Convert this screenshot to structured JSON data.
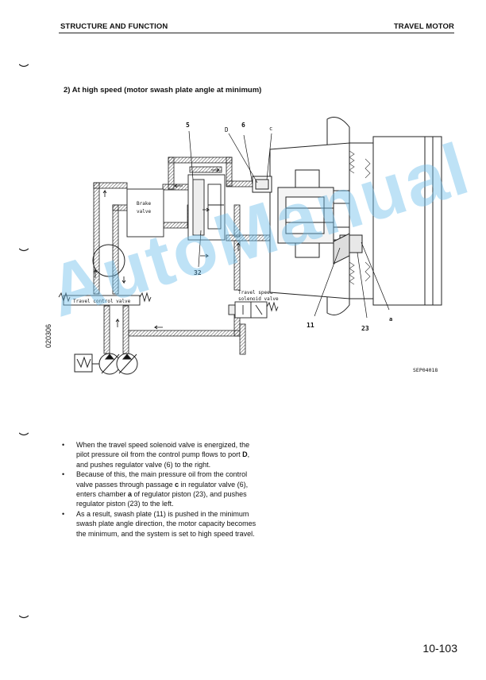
{
  "header": {
    "section": "STRUCTURE AND FUNCTION",
    "chapter": "TRAVEL MOTOR"
  },
  "section_title": "2)  At high speed (motor swash plate angle at minimum)",
  "side_code": "020306",
  "diagram": {
    "labels": {
      "brake_valve_line1": "Brake",
      "brake_valve_line2": "valve",
      "travel_control_valve": "Travel control valve",
      "solenoid_line1": "Travel speed",
      "solenoid_line2": "solenoid valve",
      "callout_5": "5",
      "callout_6": "6",
      "callout_D": "D",
      "callout_c": "c",
      "callout_32": "32",
      "callout_11": "11",
      "callout_23": "23",
      "callout_a": "a"
    },
    "figure_code": "SEP04018"
  },
  "notes": [
    {
      "bullet": "•",
      "parts": [
        "When the travel speed solenoid valve is energized, the pilot pressure oil from the control pump flows to port ",
        "D",
        ", and pushes regulator valve (6) to the right."
      ]
    },
    {
      "bullet": "•",
      "parts": [
        "Because of this, the main pressure oil from the control valve passes through passage ",
        "c",
        " in regulator valve (6), enters chamber ",
        "a",
        " of regulator piston (23), and pushes regulator piston (23) to the left."
      ]
    },
    {
      "bullet": "•",
      "parts": [
        "As a result, swash plate (11) is pushed in the minimum swash plate angle direction, the motor capacity becomes the minimum, and the system is set to high speed travel."
      ]
    }
  ],
  "page_number": "10-103",
  "watermark": "AutoManual",
  "colors": {
    "ink": "#111111",
    "watermark": "#6ebeeb"
  }
}
